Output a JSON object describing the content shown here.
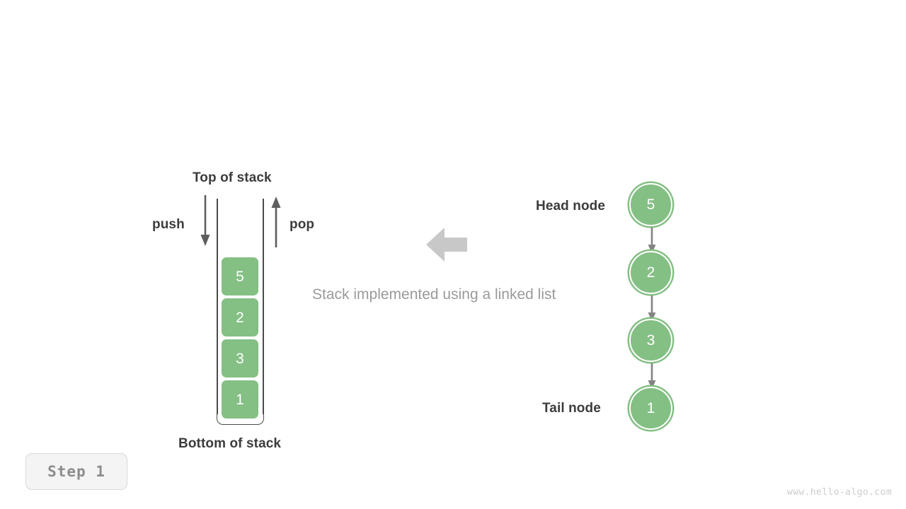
{
  "diagram": {
    "caption": "Stack implemented using a linked list",
    "transform_arrow": "left-block-arrow",
    "colors": {
      "node_green": "#84bf84",
      "arrow_gray": "#6e6e6e",
      "big_arrow_gray": "#c8c8c8",
      "text_dark": "#3c3c3c",
      "caption_gray": "#9a9a9a",
      "badge_gray": "#8c8c8c"
    }
  },
  "stack": {
    "top_label": "Top of stack",
    "bottom_label": "Bottom of stack",
    "push_label": "push",
    "pop_label": "pop",
    "items": [
      {
        "value": "5"
      },
      {
        "value": "2"
      },
      {
        "value": "3"
      },
      {
        "value": "1"
      }
    ]
  },
  "linked_list": {
    "head_label": "Head node",
    "tail_label": "Tail node",
    "nodes": [
      {
        "value": "5"
      },
      {
        "value": "2"
      },
      {
        "value": "3"
      },
      {
        "value": "1"
      }
    ]
  },
  "footer": {
    "step_label": "Step 1",
    "watermark": "www.hello-algo.com"
  }
}
